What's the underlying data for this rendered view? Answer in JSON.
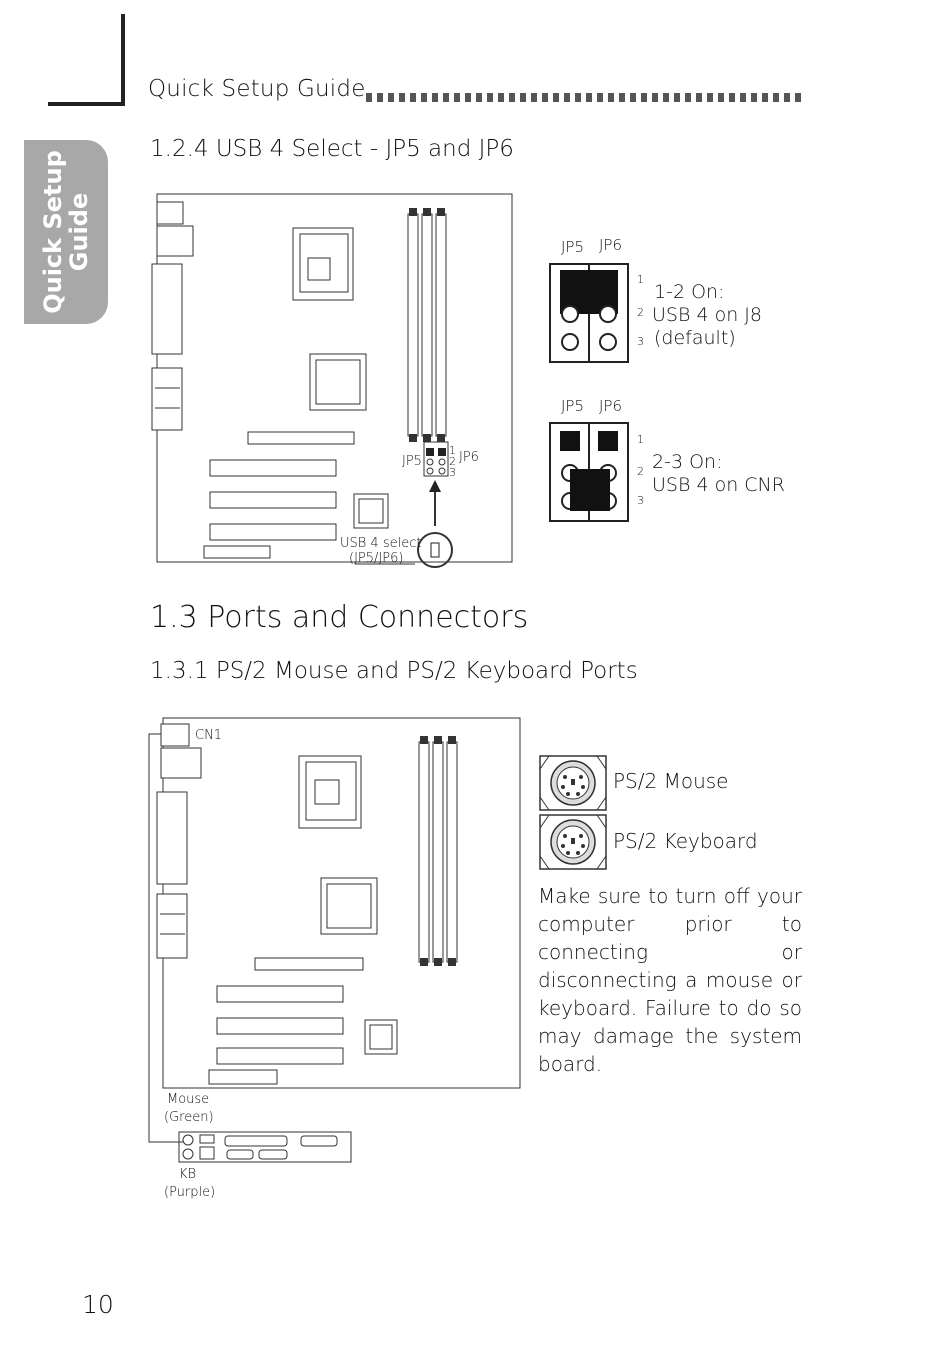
{
  "header": {
    "title": "Quick Setup Guide"
  },
  "side_tab": {
    "line1": "Quick Setup",
    "line2": "Guide"
  },
  "section_124": {
    "heading": "1.2.4  USB 4 Select - JP5 and JP6",
    "board_labels": {
      "jp5": "JP5",
      "jp6": "JP6",
      "pin1": "1",
      "pin2": "2",
      "pin3": "3",
      "callout_line1": "USB 4 select",
      "callout_line2": "(JP5/JP6)"
    },
    "settings": [
      {
        "jp5": "JP5",
        "jp6": "JP6",
        "pins": [
          "1",
          "2",
          "3"
        ],
        "line1": "1-2 On:",
        "line2": "USB 4 on J8",
        "line3": "(default)"
      },
      {
        "jp5": "JP5",
        "jp6": "JP6",
        "pins": [
          "1",
          "2",
          "3"
        ],
        "line1": "2-3 On:",
        "line2": "USB 4 on CNR"
      }
    ]
  },
  "section_13": {
    "heading": "1.3  Ports and Connectors"
  },
  "section_131": {
    "heading": "1.3.1  PS/2 Mouse and PS/2 Keyboard Ports",
    "board_labels": {
      "cn1": "CN1",
      "mouse": "Mouse",
      "mouse_color": "(Green)",
      "kb": "KB",
      "kb_color": "(Purple)"
    },
    "ports": [
      {
        "icon": "ps2-port-icon",
        "label": "PS/2 Mouse"
      },
      {
        "icon": "ps2-port-icon",
        "label": "PS/2 Keyboard"
      }
    ],
    "paragraph": "Make sure to turn off your computer prior to connecting or disconnecting a mouse or keyboard. Failure to do so may damage the system board."
  },
  "footer": {
    "page_number": "10"
  }
}
